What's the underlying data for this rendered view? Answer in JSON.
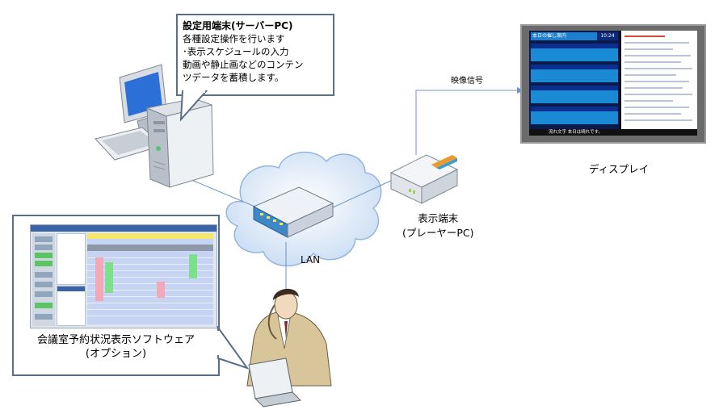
{
  "server_callout": {
    "title": "設定用端末(サーバーPC)",
    "lines": [
      "各種設定操作を行います",
      "･表示スケジュールの入力",
      "動画や静止画などのコンテン",
      "ツデータを蓄積します。"
    ]
  },
  "labels": {
    "signal": "映像信号",
    "lan": "LAN",
    "display": "ディスプレイ",
    "player_line1": "表示端末",
    "player_line2": "(プレーヤーPC)"
  },
  "software_callout": {
    "caption_line1": "会議室予約状況表示ソフトウェア",
    "caption_line2": "(オプション)"
  },
  "display_screen": {
    "title": "本日の催し案内",
    "time": "10:24",
    "ticker": "流れ文字 本日は晴れです。"
  },
  "colors": {
    "connector": "#6e93c4",
    "callout_border": "#5a6f86",
    "cloud_fill": "#d6e6f7",
    "cloud_stroke": "#93b6dc"
  }
}
